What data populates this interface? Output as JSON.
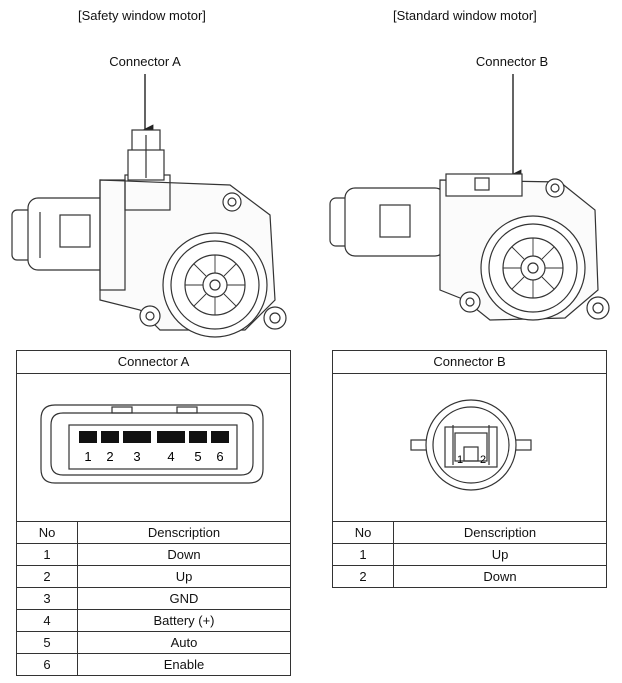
{
  "figure": {
    "safety_title": "[Safety window motor]",
    "standard_title": "[Standard window motor]",
    "callout_a": "Connector A",
    "callout_b": "Connector B"
  },
  "connector_a": {
    "header": "Connector A",
    "pin_numbers": [
      "1",
      "2",
      "3",
      "4",
      "5",
      "6"
    ],
    "table_headers": {
      "no": "No",
      "description": "Denscription"
    },
    "rows": [
      {
        "no": "1",
        "description": "Down"
      },
      {
        "no": "2",
        "description": "Up"
      },
      {
        "no": "3",
        "description": "GND"
      },
      {
        "no": "4",
        "description": "Battery (+)"
      },
      {
        "no": "5",
        "description": "Auto"
      },
      {
        "no": "6",
        "description": "Enable"
      }
    ]
  },
  "connector_b": {
    "header": "Connector B",
    "pin_numbers": [
      "1",
      "2"
    ],
    "table_headers": {
      "no": "No",
      "description": "Denscription"
    },
    "rows": [
      {
        "no": "1",
        "description": "Up"
      },
      {
        "no": "2",
        "description": "Down"
      }
    ]
  }
}
